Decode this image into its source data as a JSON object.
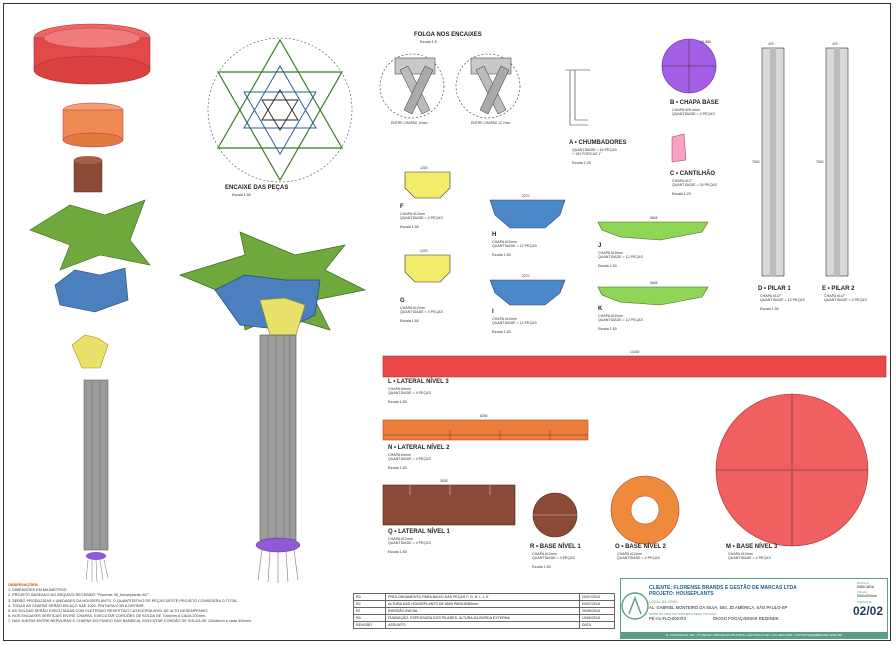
{
  "folga": {
    "title": "FOLGA NOS ENCAIXES",
    "scale": "Escala 1:5",
    "c1": "ENTRE CHAPAS 10mm",
    "c2": "ENTRE CHAPAS 12,7mm"
  },
  "encaixe": {
    "title": "ENCAIXE DAS PEÇAS",
    "scale": "Escala 1:50"
  },
  "pieces": {
    "a": {
      "title": "A • CHUMBADORES",
      "sub": "QUANTIDADE = 64 PEÇAS",
      "sub2": "+ 192 PORCAS 1\"",
      "scale": "Escala 1:25"
    },
    "b": {
      "title": "B • CHAPA BASE",
      "sub": "CHAPA #25,4mm",
      "sub2": "QUANTIDADE = 4 PEÇAS"
    },
    "c": {
      "title": "C • CANTILHÃO",
      "sub": "CHAPA #12\"",
      "sub2": "QUANTIDADE = 24 PEÇAS",
      "scale": "Escala 1:20"
    },
    "d": {
      "title": "D • PILAR 1",
      "sub": "CHAPA #1/2\"",
      "sub2": "QUANTIDADE = 12 PEÇAS",
      "scale": "Escala 1:50"
    },
    "e": {
      "title": "E • PILAR 2",
      "sub": "CHAPA #1/2\"",
      "sub2": "QUANTIDADE = 4 PEÇAS"
    },
    "f": {
      "title": "F",
      "sub": "CHAPA #12mm",
      "sub2": "QUANTIDADE = 4 PEÇAS",
      "scale": "Escala 1:50"
    },
    "g": {
      "title": "G",
      "sub": "CHAPA #12mm",
      "sub2": "QUANTIDADE = 4 PEÇAS",
      "scale": "Escala 1:50"
    },
    "h": {
      "title": "H",
      "sub": "CHAPA #10mm",
      "sub2": "QUANTIDADE = 12 PEÇAS",
      "scale": "Escala 1:50"
    },
    "i": {
      "title": "I",
      "sub": "CHAPA #10mm",
      "sub2": "QUANTIDADE = 12 PEÇAS",
      "scale": "Escala 1:50"
    },
    "j": {
      "title": "J",
      "sub": "CHAPA #10mm",
      "sub2": "QUANTIDADE = 12 PEÇAS",
      "scale": "Escala 1:50"
    },
    "k": {
      "title": "K",
      "sub": "CHAPA #10mm",
      "sub2": "QUANTIDADE = 12 PEÇAS",
      "scale": "Escala 1:50"
    },
    "l": {
      "title": "L • LATERAL NÍVEL 3",
      "sub": "CHAPA #4mm",
      "sub2": "QUANTIDADE = 4 PEÇAS",
      "scale": "Escala 1:50"
    },
    "n": {
      "title": "N • LATERAL NÍVEL 2",
      "sub": "CHAPA #4mm",
      "sub2": "QUANTIDADE = 4 PEÇAS",
      "scale": "Escala 1:50"
    },
    "q": {
      "title": "Q • LATERAL NÍVEL 1",
      "sub": "CHAPA #12mm",
      "sub2": "QUANTIDADE = 4 PEÇAS",
      "scale": "Escala 1:50"
    },
    "r": {
      "title": "R • BASE NÍVEL 1",
      "sub": "CHAPA #12mm",
      "sub2": "QUANTIDADE = 4 PEÇAS",
      "scale": "Escala 1:50"
    },
    "o": {
      "title": "O • BASE NÍVEL 2",
      "sub": "CHAPA #12mm",
      "sub2": "QUANTIDADE = 4 PEÇAS"
    },
    "m": {
      "title": "M • BASE NÍVEL 3",
      "sub": "CHAPA #12mm",
      "sub2": "QUANTIDADE = 4 PEÇAS"
    }
  },
  "dims": {
    "f": "1200",
    "g": "1200",
    "h": "2270",
    "i": "2270",
    "j": "5845",
    "k": "5845",
    "l": "14430",
    "n": "8280",
    "q": "3535",
    "d": "420",
    "e": "420",
    "dh": "7800",
    "eh": "7800",
    "b": "Ø1,850"
  },
  "observacoes": {
    "title": "OBSERVAÇÕES:",
    "items": [
      "1. DIMENSÕES EM MILÍMETROS.",
      "2. PROJETO BASEADO NO ARQUIVO RECEBIDO \"Florense 06_houseplants r02\".",
      "3. SERÃO PRODUZIDAS 4 UNIDADES DA HOUSEPLANTS. O QUANTITATIVO DE PEÇAS DESTE PROJETO CONSIDERA O TOTAL.",
      "4. TODAS AS CHAPAS SERÃO EM AÇO SAE 1020. PINTURA/COR A DEFINIR.",
      "5. AS SOLDAS SERÃO EXECUTADAS COM ELETRODO REVESTIDO CATEGORIA 60XX DE ALTO DESEMPENHO.",
      "6. NOS ENCAIXES VERTICAIS ENTRE CHAPAS, EXECUTAR CORDÕES DE SOLDA DE 70x6mm A CADA 200mm.",
      "7. NAS JUNTAS ENTRE NERVURAS E CHAPAS DO FUNDO DAS BANDEJA, EXECUTAR CORDÃO DE SOLDA DE 120x6mm a cada 400mm."
    ]
  },
  "revisions": [
    {
      "rev": "R3",
      "desc": "PROLONGAMENTO PARA BAIXO DAS PEÇAS F, G, H, I, J, K",
      "date": "20/07/2018"
    },
    {
      "rev": "R2",
      "desc": "ALTURA DAS HOUSEPLANTS DE 8500 PARA 8080mm",
      "date": "03/07/2018"
    },
    {
      "rev": "R1",
      "desc": "EMISSÃO INICIAL",
      "date": "29/06/2018"
    },
    {
      "rev": "R0",
      "desc": "FUNDAÇÃO, ESPESSURA DOS PILARES, ALTURA DA BORDA EXTERNA",
      "date": "19/06/2018"
    },
    {
      "rev": "REVISÃO",
      "desc": "ASSUNTO",
      "date": "DATA"
    }
  ],
  "titleblock": {
    "client": "CLIENTE: FLORENSE BRANDS E GESTÃO DE MARCAS LTDA",
    "project": "PROJETO: HOUSEPLANTS",
    "local_label": "LOCAL DA OBRA",
    "address": "AL. GABRIEL MONTEIRO DA SILVA, 560, JD AMÉRICA, SÃO PAULO-SP",
    "labels": "NOME DO ARQUIVO      PROJETO      RESP. TÉCNICO",
    "file": "PE-A1-FLO-002-R3",
    "designer": "DIOGO FOGAÇA",
    "resp": "OMAR REZENDE",
    "escala_label": "ESCALA",
    "escala": "INDICADA",
    "folha_label": "FOLHA",
    "folha": "594x420mm",
    "prancha_label": "PRANCHA",
    "sheet": "02/02",
    "footer": "R. CANTAGALO, 692 • 9º ANDAR • BROOKLIN PAULISTA • SÃO PAULO-SP • (11) 4200 1043 • CONTATO@AMBIENTEC.ENG.BR"
  }
}
